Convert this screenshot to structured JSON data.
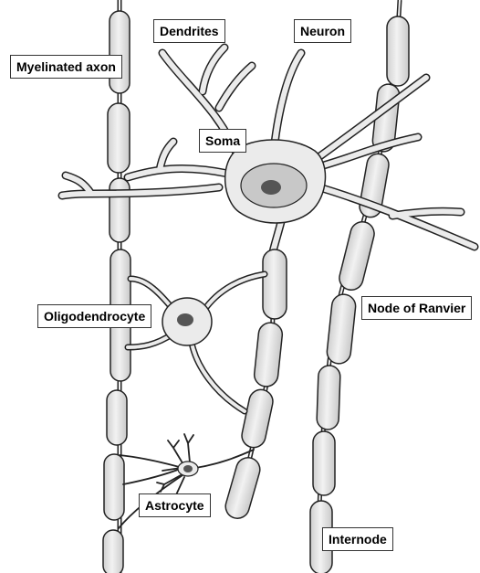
{
  "labels": {
    "dendrites": "Dendrites",
    "neuron": "Neuron",
    "myelinated_axon": "Myelinated axon",
    "soma": "Soma",
    "oligodendrocyte": "Oligodendrocyte",
    "node_of_ranvier": "Node of Ranvier",
    "astrocyte": "Astrocyte",
    "internode": "Internode"
  },
  "colors": {
    "cell_fill": "#ebebeb",
    "outline": "#222222",
    "myelin_fill": "#e4e4e4",
    "nucleus_fill": "#c8c8c8",
    "nucleolus_fill": "#555555",
    "label_border": "#333333"
  }
}
